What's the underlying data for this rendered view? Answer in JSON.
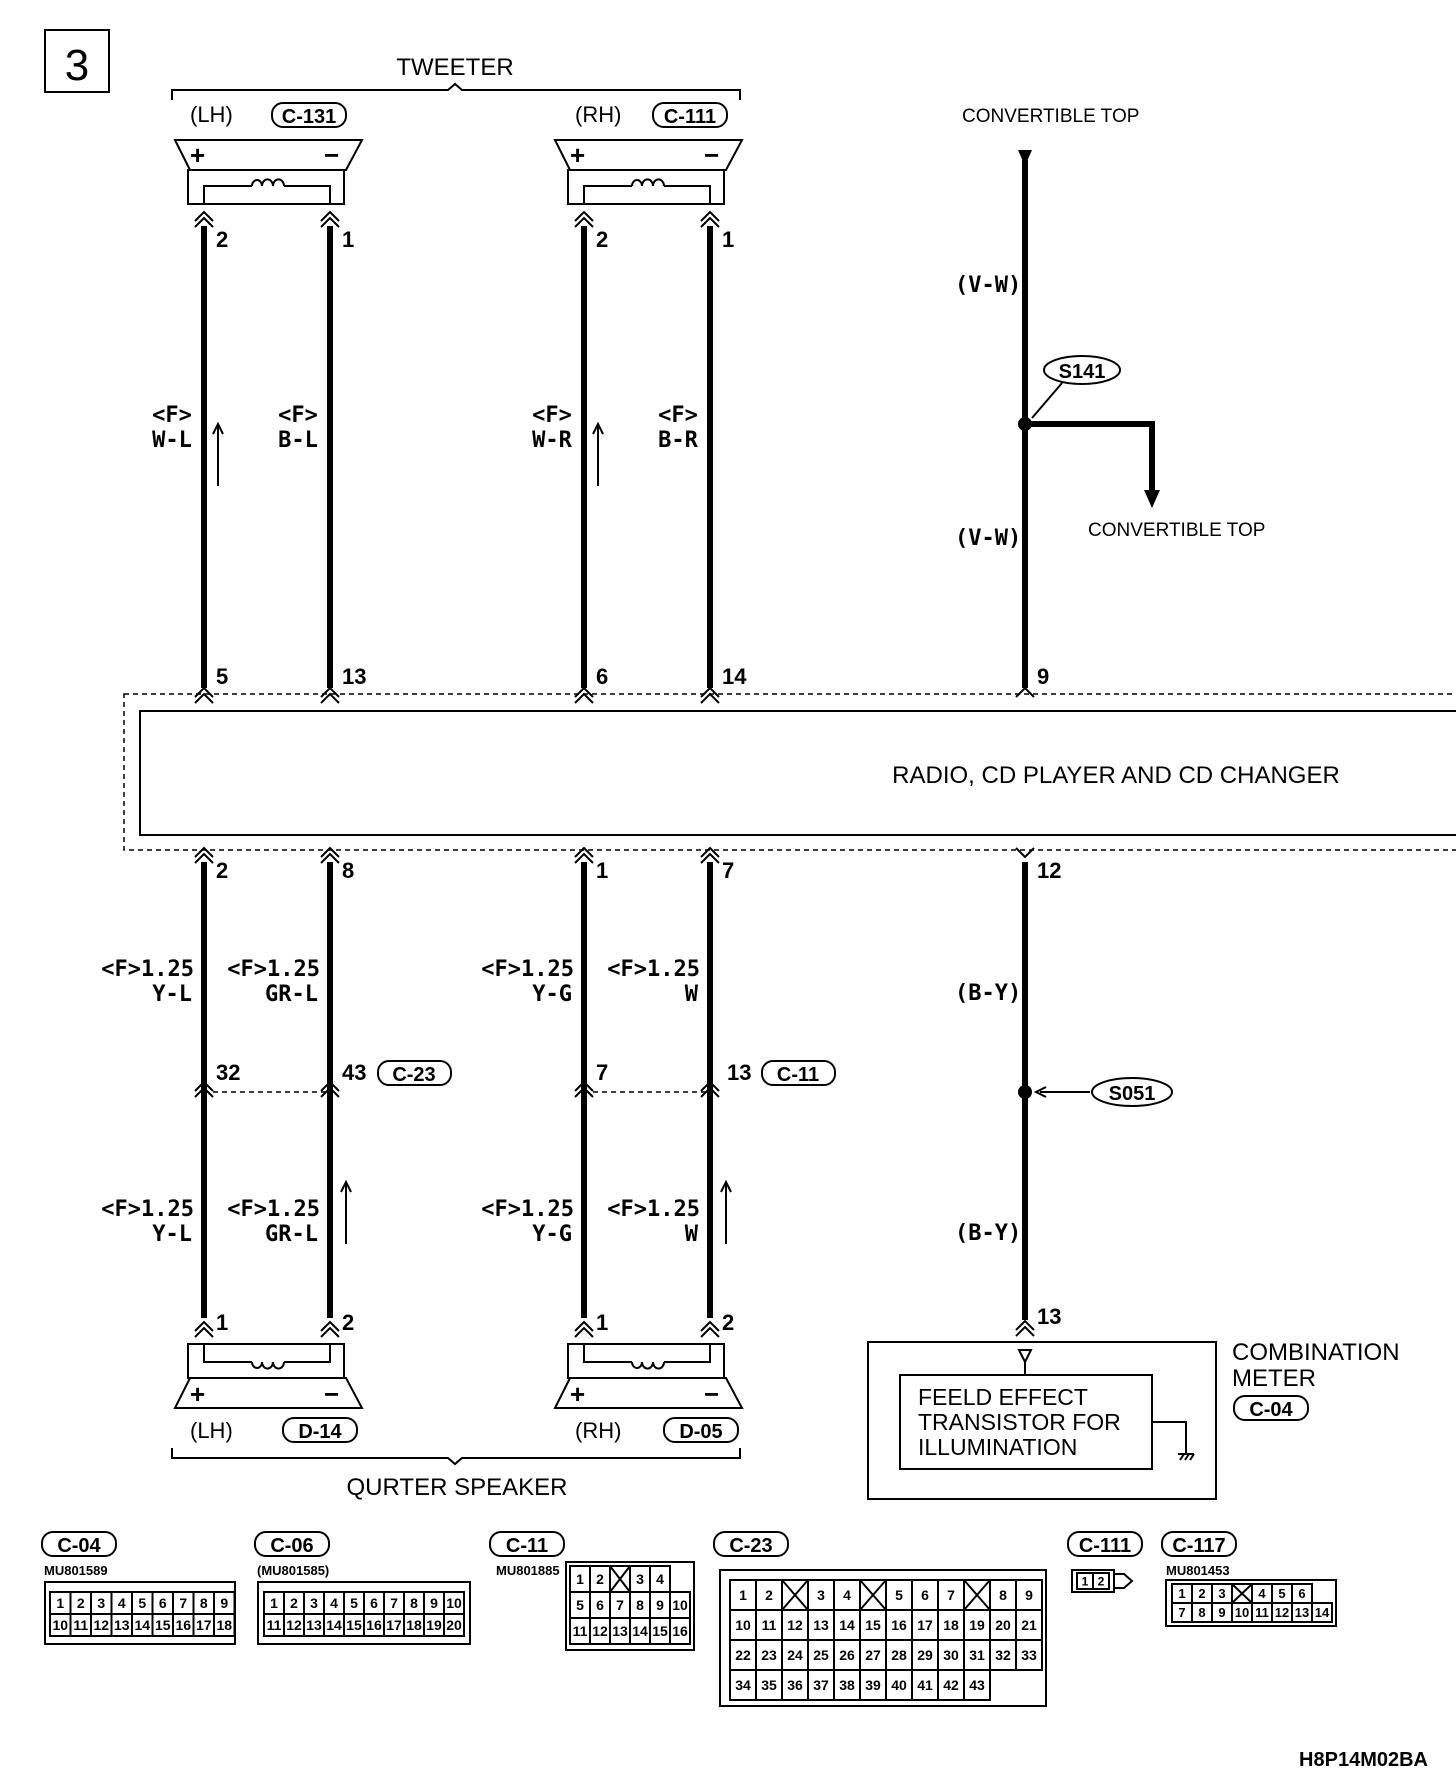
{
  "page_number": "3",
  "diagram_code": "H8P14M02BA",
  "tweeter": {
    "title": "TWEETER",
    "lh": {
      "side": "(LH)",
      "connector": "C-131",
      "plus": "+",
      "minus": "−",
      "pin_plus": "2",
      "pin_minus": "1"
    },
    "rh": {
      "side": "(RH)",
      "connector": "C-111",
      "plus": "+",
      "minus": "−",
      "pin_plus": "2",
      "pin_minus": "1"
    }
  },
  "convertible_top": {
    "top_label": "CONVERTIBLE TOP",
    "branch_label": "CONVERTIBLE TOP",
    "wire_upper": "(V-W)",
    "wire_lower": "(V-W)",
    "splice": "S141"
  },
  "upper_wires": [
    {
      "prefix": "<F>",
      "color": "W-L"
    },
    {
      "prefix": "<F>",
      "color": "B-L"
    },
    {
      "prefix": "<F>",
      "color": "W-R"
    },
    {
      "prefix": "<F>",
      "color": "B-R"
    }
  ],
  "radio": {
    "label": "RADIO, CD PLAYER AND CD CHANGER",
    "top_pins": [
      "5",
      "13",
      "6",
      "14",
      "9"
    ],
    "bottom_pins": [
      "2",
      "8",
      "1",
      "7",
      "12"
    ]
  },
  "lower_wires_a": [
    {
      "spec": "<F>1.25",
      "color": "Y-L"
    },
    {
      "spec": "<F>1.25",
      "color": "GR-L"
    },
    {
      "spec": "<F>1.25",
      "color": "Y-G"
    },
    {
      "spec": "<F>1.25",
      "color": "W"
    }
  ],
  "intermediate": {
    "left": {
      "pin_a": "32",
      "pin_b": "43",
      "connector": "C-23"
    },
    "right": {
      "pin_a": "7",
      "pin_b": "13",
      "connector": "C-11"
    }
  },
  "lower_wires_b": [
    {
      "spec": "<F>1.25",
      "color": "Y-L"
    },
    {
      "spec": "<F>1.25",
      "color": "GR-L"
    },
    {
      "spec": "<F>1.25",
      "color": "Y-G"
    },
    {
      "spec": "<F>1.25",
      "color": "W"
    }
  ],
  "illumination": {
    "wire_upper": "(B-Y)",
    "wire_lower": "(B-Y)",
    "splice": "S051",
    "pin": "13"
  },
  "combination_meter": {
    "title_line1": "COMBINATION",
    "title_line2": "METER",
    "connector": "C-04",
    "box_line1": "FEELD EFFECT",
    "box_line2": "TRANSISTOR FOR",
    "box_line3": "ILLUMINATION"
  },
  "quarter_speaker": {
    "title": "QURTER SPEAKER",
    "lh": {
      "side": "(LH)",
      "connector": "D-14",
      "plus": "+",
      "minus": "−",
      "pin_plus": "1",
      "pin_minus": "2"
    },
    "rh": {
      "side": "(RH)",
      "connector": "D-05",
      "plus": "+",
      "minus": "−",
      "pin_plus": "1",
      "pin_minus": "2"
    }
  },
  "connectors": [
    {
      "id": "C-04",
      "part": "MU801589",
      "rows": [
        [
          "1",
          "2",
          "3",
          "4",
          "5",
          "6",
          "7",
          "8",
          "9"
        ],
        [
          "10",
          "11",
          "12",
          "13",
          "14",
          "15",
          "16",
          "17",
          "18"
        ]
      ]
    },
    {
      "id": "C-06",
      "part": "(MU801585)",
      "rows": [
        [
          "1",
          "2",
          "3",
          "4",
          "5",
          "6",
          "7",
          "8",
          "9",
          "10"
        ],
        [
          "11",
          "12",
          "13",
          "14",
          "15",
          "16",
          "17",
          "18",
          "19",
          "20"
        ]
      ]
    },
    {
      "id": "C-11",
      "part": "MU801885",
      "rows": [
        [
          "1",
          "2",
          "",
          "3",
          "4"
        ],
        [
          "5",
          "6",
          "7",
          "8",
          "9",
          "10"
        ],
        [
          "11",
          "12",
          "13",
          "14",
          "15",
          "16"
        ]
      ]
    },
    {
      "id": "C-23",
      "part": "",
      "rows": [
        [
          "1",
          "2",
          "",
          "3",
          "4",
          "",
          "5",
          "6",
          "7",
          "",
          "8",
          "9"
        ],
        [
          "10",
          "11",
          "12",
          "13",
          "14",
          "15",
          "16",
          "17",
          "18",
          "19",
          "20",
          "21"
        ],
        [
          "22",
          "23",
          "24",
          "25",
          "26",
          "27",
          "28",
          "29",
          "30",
          "31",
          "32",
          "33"
        ],
        [
          "34",
          "35",
          "36",
          "37",
          "38",
          "39",
          "40",
          "41",
          "42",
          "43"
        ]
      ]
    },
    {
      "id": "C-111",
      "part": "",
      "rows": [
        [
          "1",
          "2"
        ]
      ]
    },
    {
      "id": "C-117",
      "part": "MU801453",
      "rows": [
        [
          "1",
          "2",
          "3",
          "",
          "4",
          "5",
          "6"
        ],
        [
          "7",
          "8",
          "9",
          "10",
          "11",
          "12",
          "13",
          "14"
        ]
      ]
    }
  ]
}
